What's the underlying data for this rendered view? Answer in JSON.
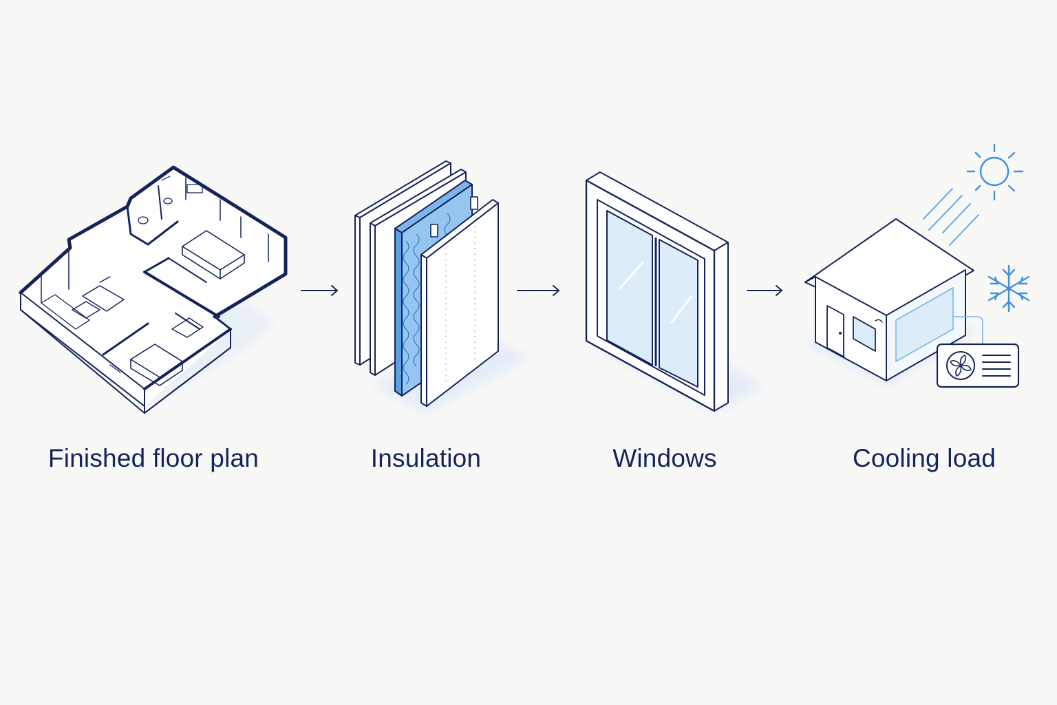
{
  "colors": {
    "background": "#f8f8f7",
    "line_dark": "#14245a",
    "accent_blue": "#3d8fe0",
    "glass_blue": "#dcecf9",
    "shadow": "#e4edf7"
  },
  "steps": [
    {
      "label": "Finished floor plan",
      "icon": "floor-plan-icon"
    },
    {
      "label": "Insulation",
      "icon": "insulation-layers-icon"
    },
    {
      "label": "Windows",
      "icon": "window-icon"
    },
    {
      "label": "Cooling load",
      "icon": "house-cooling-icon"
    }
  ],
  "connectors": [
    "arrow-right-icon",
    "arrow-right-icon",
    "arrow-right-icon"
  ],
  "decorations": [
    "sun-icon",
    "snowflake-icon",
    "ac-unit-icon"
  ]
}
